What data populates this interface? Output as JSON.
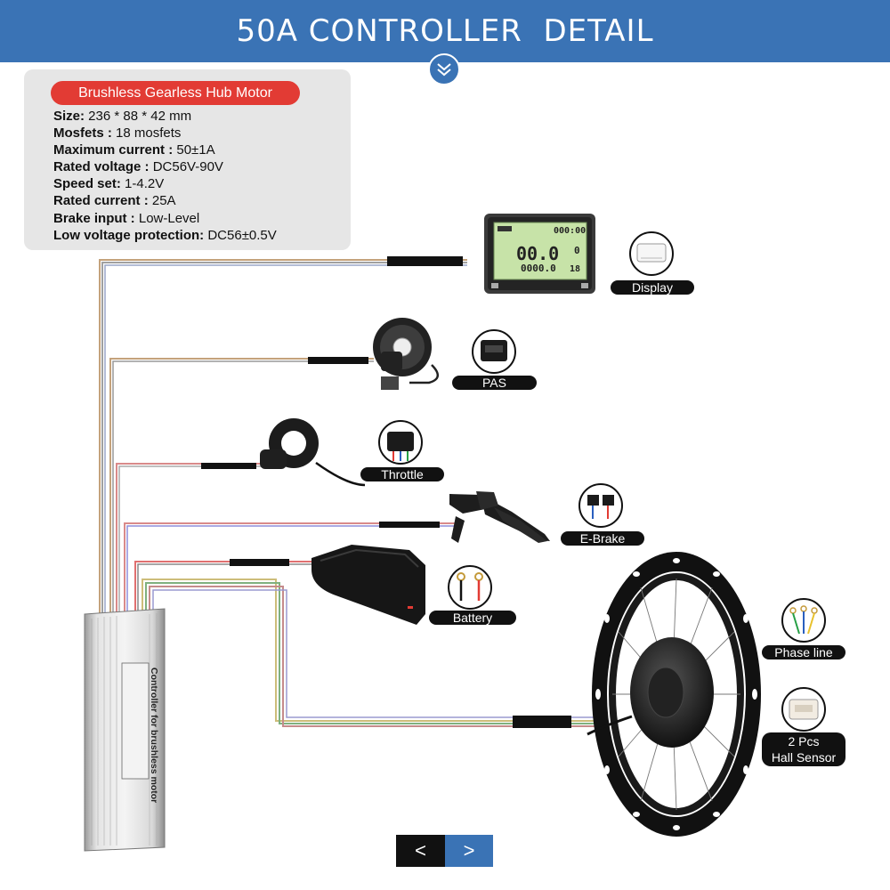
{
  "header": {
    "title": "50A CONTROLLER  DETAIL"
  },
  "spec": {
    "title": "Brushless Gearless Hub Motor",
    "rows": [
      {
        "label": "Size:",
        "value": " 236 * 88 * 42  mm"
      },
      {
        "label": "Mosfets :",
        "value": " 18 mosfets"
      },
      {
        "label": "Maximum current :",
        "value": " 50±1A"
      },
      {
        "label": "Rated voltage :",
        "value": " DC56V-90V"
      },
      {
        "label": "Speed set:",
        "value": " 1-4.2V"
      },
      {
        "label": "Rated current :",
        "value": " 25A"
      },
      {
        "label": "Brake input :",
        "value": " Low-Level"
      },
      {
        "label": "Low voltage protection:",
        "value": " DC56±0.5V"
      }
    ]
  },
  "components": {
    "display": "Display",
    "pas": "PAS",
    "throttle": "Throttle",
    "ebrake": "E-Brake",
    "battery": "Battery",
    "phase": "Phase line",
    "hall_line1": "2 Pcs",
    "hall_line2": "Hall Sensor"
  },
  "controller": {
    "label": "Controller for brushless motor"
  },
  "display_screen": {
    "time": "000:00",
    "speed": "00.0",
    "odo": "0000.0",
    "right_top": "0",
    "right_bottom": "18"
  },
  "nav": {
    "prev": "<",
    "next": ">"
  },
  "colors": {
    "banner": "#3a73b5",
    "pill": "#e23b34",
    "panel": "#e6e6e6"
  }
}
